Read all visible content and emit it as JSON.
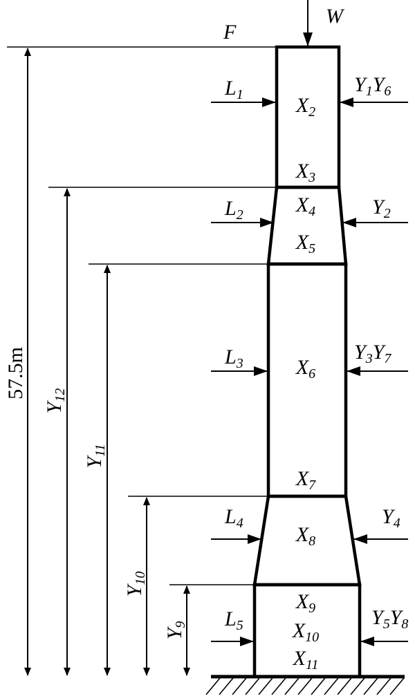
{
  "diagram": {
    "top_load": "W",
    "top_label": "F",
    "total_height": "57.5m",
    "dimensions": [
      {
        "base": "Y",
        "sub": "12"
      },
      {
        "base": "Y",
        "sub": "11"
      },
      {
        "base": "Y",
        "sub": "10"
      },
      {
        "base": "Y",
        "sub": "9"
      }
    ],
    "left_loads": [
      {
        "base": "L",
        "sub": "1"
      },
      {
        "base": "L",
        "sub": "2"
      },
      {
        "base": "L",
        "sub": "3"
      },
      {
        "base": "L",
        "sub": "4"
      },
      {
        "base": "L",
        "sub": "5"
      }
    ],
    "right_loads": [
      {
        "a": "Y",
        "a_sub": "1",
        "b": "Y",
        "b_sub": "6"
      },
      {
        "a": "Y",
        "a_sub": "2",
        "b": "",
        "b_sub": ""
      },
      {
        "a": "Y",
        "a_sub": "3",
        "b": "Y",
        "b_sub": "7"
      },
      {
        "a": "Y",
        "a_sub": "4",
        "b": "",
        "b_sub": ""
      },
      {
        "a": "Y",
        "a_sub": "5",
        "b": "Y",
        "b_sub": "8"
      }
    ],
    "nodes": [
      {
        "base": "X",
        "sub": "2"
      },
      {
        "base": "X",
        "sub": "3"
      },
      {
        "base": "X",
        "sub": "4"
      },
      {
        "base": "X",
        "sub": "5"
      },
      {
        "base": "X",
        "sub": "6"
      },
      {
        "base": "X",
        "sub": "7"
      },
      {
        "base": "X",
        "sub": "8"
      },
      {
        "base": "X",
        "sub": "9"
      },
      {
        "base": "X",
        "sub": "10"
      },
      {
        "base": "X",
        "sub": "11"
      }
    ]
  }
}
